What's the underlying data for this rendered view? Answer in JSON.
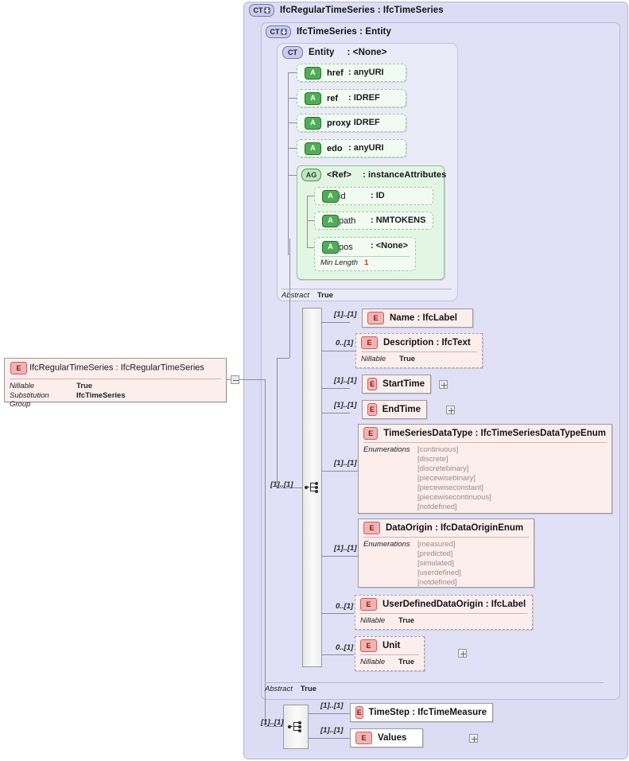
{
  "diagram": {
    "title": "IfcRegularTimeSeries XSD schema diagram",
    "colors": {
      "outer_container": "#dcdcf5",
      "mid_container": "#e0e0f7",
      "inner_container": "#eaeaf8",
      "attribute_green": "#f2fbf2",
      "group_green": "#e3f6e4",
      "element_pink": "#fdeeee",
      "element_badge": "#f3b3b3",
      "attr_badge": "#4fae55",
      "facet_value": "#d03a10"
    }
  },
  "root_element": {
    "icon": "element-icon",
    "icon_label": "E",
    "title": "IfcRegularTimeSeries : IfcRegularTimeSeries",
    "properties": [
      {
        "key": "Nillable",
        "value": "True"
      },
      {
        "key": "Substitution Group",
        "value": "IfcTimeSeries"
      }
    ],
    "toggle": "minus-toggle"
  },
  "containers": {
    "outer": {
      "icon_label": "CT",
      "icon": "complextype-expand-icon",
      "title": "IfcRegularTimeSeries : IfcTimeSeries"
    },
    "mid": {
      "icon_label": "CT",
      "icon": "complextype-expand-icon",
      "title": "IfcTimeSeries : Entity"
    },
    "inner": {
      "icon_label": "CT",
      "icon": "complextype-icon",
      "title": "Entity",
      "type": ": <None>"
    }
  },
  "entity_attributes": [
    {
      "icon_label": "A",
      "icon": "attribute-icon",
      "name": "href",
      "type": ": anyURI"
    },
    {
      "icon_label": "A",
      "icon": "attribute-icon",
      "name": "ref",
      "type": ": IDREF"
    },
    {
      "icon_label": "A",
      "icon": "attribute-icon",
      "name": "proxy",
      "type": ": IDREF"
    },
    {
      "icon_label": "A",
      "icon": "attribute-icon",
      "name": "edo",
      "type": ": anyURI"
    }
  ],
  "attribute_group": {
    "icon_label": "AG",
    "icon": "attribute-group-icon",
    "name": "<Ref>",
    "type": ": instanceAttributes",
    "attributes": [
      {
        "icon_label": "A",
        "icon": "attribute-icon",
        "name": "id",
        "type": ": ID",
        "facet": null
      },
      {
        "icon_label": "A",
        "icon": "attribute-icon",
        "name": "path",
        "type": ": NMTOKENS",
        "facet": null
      },
      {
        "icon_label": "A",
        "icon": "attribute-icon",
        "name": "pos",
        "type": ": <None>",
        "facet": {
          "key": "Min Length",
          "value": "1"
        }
      }
    ]
  },
  "entity_footer": {
    "key": "Abstract",
    "value": "True"
  },
  "timeseries_footer": {
    "key": "Abstract",
    "value": "True"
  },
  "sequence_main": {
    "icon": "sequence-icon",
    "cardinality": "[1]..[1]"
  },
  "sequence_bottom": {
    "icon": "sequence-icon",
    "cardinality": "[1]..[1]"
  },
  "timeseries_elements": [
    {
      "cardinality": "[1]..[1]",
      "icon_label": "E",
      "icon": "element-icon",
      "title": "Name  : IfcLabel",
      "dashed": false,
      "expand": false,
      "rows": []
    },
    {
      "cardinality": "0..[1]",
      "icon_label": "E",
      "icon": "element-icon",
      "title": "Description : IfcText",
      "dashed": true,
      "expand": false,
      "rows": [
        {
          "key": "Nillable",
          "value": "True",
          "list": null
        }
      ]
    },
    {
      "cardinality": "[1]..[1]",
      "icon_label": "E",
      "icon": "element-icon",
      "title": "StartTime",
      "dashed": false,
      "expand": true,
      "rows": []
    },
    {
      "cardinality": "[1]..[1]",
      "icon_label": "E",
      "icon": "element-icon",
      "title": "EndTime",
      "dashed": false,
      "expand": true,
      "rows": []
    },
    {
      "cardinality": "[1]..[1]",
      "icon_label": "E",
      "icon": "element-icon",
      "title": "TimeSeriesDataType : IfcTimeSeriesDataTypeEnum",
      "dashed": false,
      "expand": false,
      "rows": [
        {
          "key": "Enumerations",
          "value": null,
          "list": [
            "[continuous]",
            "[discrete]",
            "[discretebinary]",
            "[piecewisebinary]",
            "[piecewiseconstant]",
            "[piecewisecontinuous]",
            "[notdefined]"
          ]
        }
      ]
    },
    {
      "cardinality": "[1]..[1]",
      "icon_label": "E",
      "icon": "element-icon",
      "title": "DataOrigin : IfcDataOriginEnum",
      "dashed": false,
      "expand": false,
      "rows": [
        {
          "key": "Enumerations",
          "value": null,
          "list": [
            "[measured]",
            "[predicted]",
            "[simulated]",
            "[userdefined]",
            "[notdefined]"
          ]
        }
      ]
    },
    {
      "cardinality": "0..[1]",
      "icon_label": "E",
      "icon": "element-icon",
      "title": "UserDefinedDataOrigin : IfcLabel",
      "dashed": true,
      "expand": false,
      "rows": [
        {
          "key": "Nillable",
          "value": "True",
          "list": null
        }
      ]
    },
    {
      "cardinality": "0..[1]",
      "icon_label": "E",
      "icon": "element-icon",
      "title": "Unit",
      "dashed": true,
      "expand": true,
      "rows": [
        {
          "key": "Nillable",
          "value": "True",
          "list": null
        }
      ]
    }
  ],
  "regular_elements": [
    {
      "cardinality": "[1]..[1]",
      "icon_label": "E",
      "icon": "element-icon",
      "title": "TimeStep : IfcTimeMeasure",
      "dashed": false,
      "expand": false
    },
    {
      "cardinality": "[1]..[1]",
      "icon_label": "E",
      "icon": "element-icon",
      "title": "Values",
      "dashed": false,
      "expand": true
    }
  ]
}
